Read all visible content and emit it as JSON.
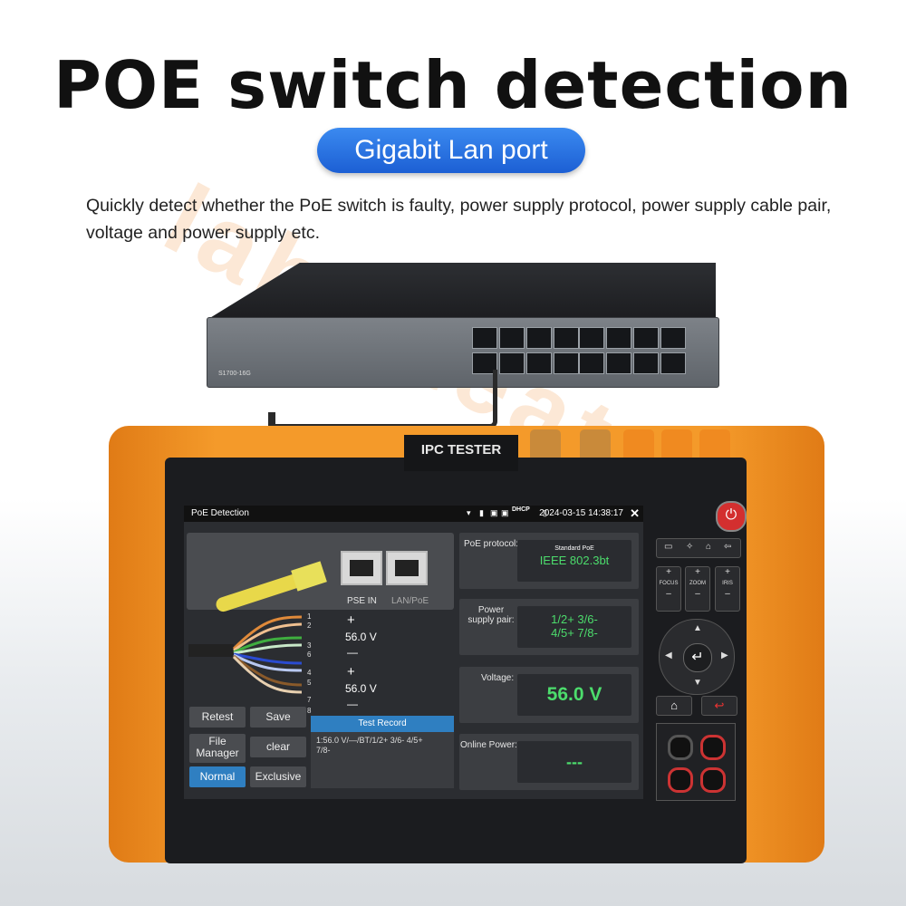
{
  "header": {
    "title": "POE switch detection",
    "badge": "Gigabit Lan port",
    "description": "Quickly detect whether the PoE switch is faulty, power supply protocol, power supply cable pair, voltage and power supply etc."
  },
  "switch": {
    "model": "S1700-16G"
  },
  "device": {
    "brand_label": "IPC TESTER",
    "colors": {
      "body": "#f49a2a",
      "screen": "#2b2d31",
      "accent": "#2f7fc1",
      "value": "#4cdc6c"
    }
  },
  "screen": {
    "title": "PoE Detection",
    "datetime": "2024-03-15 14:38:17",
    "status_icons": [
      "wifi-icon",
      "sd-icon",
      "signal-icon",
      "dhcp-icon",
      "battery-icon",
      "close-icon"
    ],
    "dhcp": "DHCP",
    "ports": {
      "pse_in": "PSE IN",
      "lan_poe": "LAN/PoE"
    },
    "pins": [
      "1",
      "2",
      "3",
      "6",
      "4",
      "5",
      "7",
      "8"
    ],
    "pair_a": {
      "plus": "+",
      "voltage": "56.0 V",
      "minus": "—"
    },
    "pair_b": {
      "plus": "+",
      "voltage": "56.0 V",
      "minus": "—"
    },
    "buttons": {
      "retest": "Retest",
      "save": "Save",
      "file_manager": "File Manager",
      "clear": "clear",
      "normal": "Normal",
      "exclusive": "Exclusive"
    },
    "record": {
      "title": "Test Record",
      "line1": "1:56.0 V/—/BT/1/2+  3/6-  4/5+",
      "line2": "7/8-"
    },
    "protocol": {
      "caption": "PoE protocol:",
      "sub": "Standard PoE",
      "value": "IEEE 802.3bt"
    },
    "pairs": {
      "caption": "Power supply pair:",
      "line1": "1/2+  3/6-",
      "line2": "4/5+  7/8-"
    },
    "voltage": {
      "caption": "Voltage:",
      "value": "56.0 V"
    },
    "online_power": {
      "caption": "Online Power:",
      "value": "---"
    }
  },
  "controls": {
    "focus": "FOCUS",
    "zoom": "ZOOM",
    "iris": "IRIS",
    "plus": "+",
    "minus": "–"
  }
}
